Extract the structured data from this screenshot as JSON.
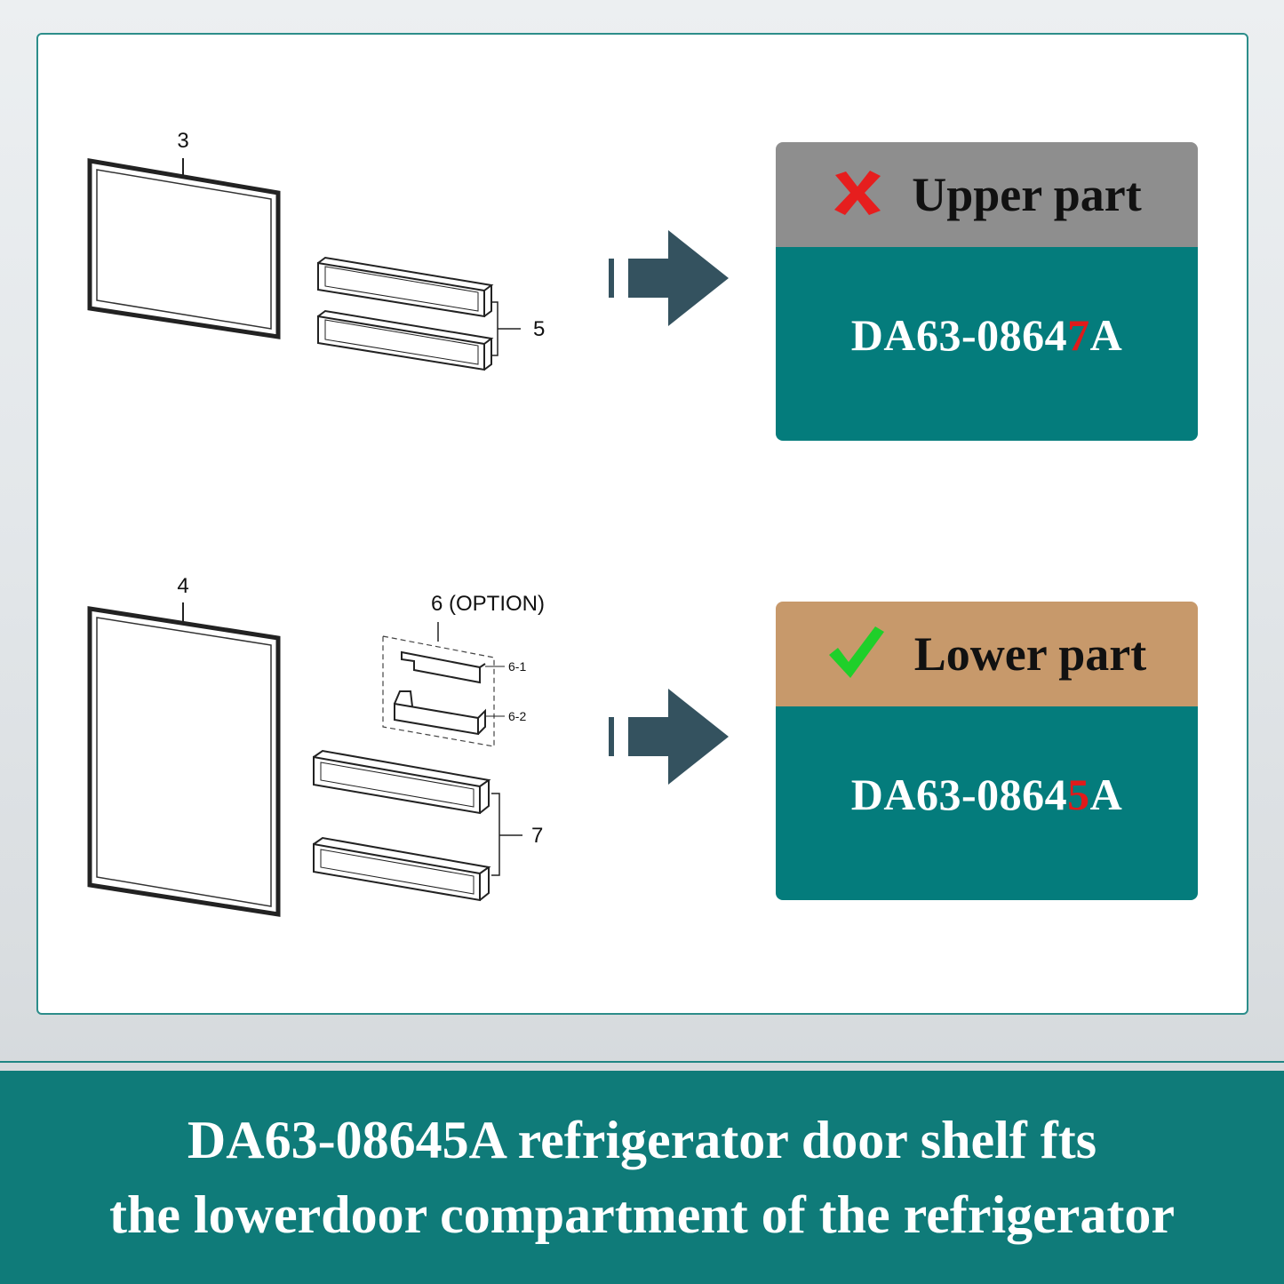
{
  "diagram": {
    "upper_door": {
      "gasket_label": "3",
      "bins_label": "5"
    },
    "lower_door": {
      "gasket_label": "4",
      "option_label": "6 (OPTION)",
      "option_sub_1": "6-1",
      "option_sub_2": "6-2",
      "bins_label": "7"
    }
  },
  "cards": {
    "upper": {
      "status_icon": "x-icon",
      "label": "Upper part",
      "code_prefix": "DA63-0864",
      "code_highlight": "7",
      "code_suffix": "A",
      "highlight_color": "#e01a1a",
      "header_color": "#8e8e8e"
    },
    "lower": {
      "status_icon": "check-icon",
      "label": "Lower part",
      "code_prefix": "DA63-0864",
      "code_highlight": "5",
      "code_suffix": "A",
      "highlight_color": "#e01a1a",
      "header_color": "#c7996b"
    }
  },
  "banner": {
    "line1": "DA63-08645A refrigerator door shelf fts",
    "line2": "the lowerdoor compartment of the refrigerator"
  },
  "colors": {
    "teal": "#047c7c",
    "arrow": "#34525f",
    "check": "#1fcf2a",
    "cross": "#e61e1e"
  }
}
